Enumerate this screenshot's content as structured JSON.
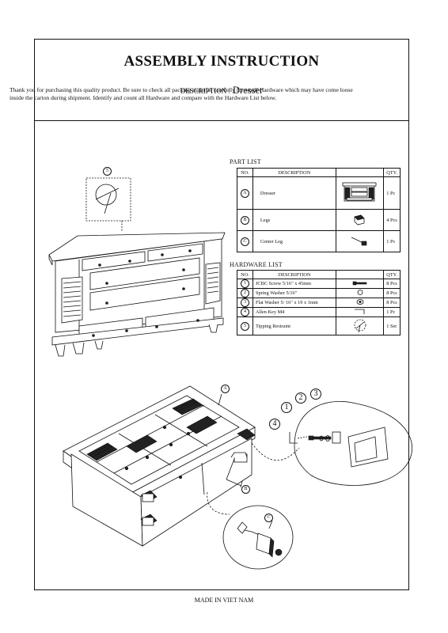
{
  "header": {
    "title": "ASSEMBLY INSTRUCTION",
    "description_label": "DESCRIPTION :",
    "description_value": "Dresser"
  },
  "intro_text": "Thank you for purchasing this quality product. Be sure to check all packing material carefully for small Hardware which may have come loose inside the carton during shipment. Identify and count all Hardware and compare with the Hardware List below.",
  "part_list": {
    "title": "PART LIST",
    "columns": [
      "NO.",
      "DESCRIPTION",
      "",
      "QTY."
    ],
    "rows": [
      {
        "no": "A",
        "description": "Dresser",
        "icon": "dresser-icon",
        "qty": "1 Pc"
      },
      {
        "no": "B",
        "description": "Legs",
        "icon": "leg-icon",
        "qty": "4 Pcs"
      },
      {
        "no": "C",
        "description": "Center Leg",
        "icon": "center-leg-icon",
        "qty": "1 Pc"
      }
    ]
  },
  "hardware_list": {
    "title": "HARDWARE LIST",
    "columns": [
      "NO.",
      "DESCRIPTION",
      "",
      "QTY."
    ],
    "rows": [
      {
        "no": "1",
        "description": "JCBC Screw 5/16\" x 45mm",
        "icon": "screw-icon",
        "qty": "8 Pcs"
      },
      {
        "no": "2",
        "description": "Spring Washer 5/16\"",
        "icon": "spring-washer-icon",
        "qty": "8 Pcs"
      },
      {
        "no": "3",
        "description": "Flat Washer 5/ 16\" x 19 x 1mm",
        "icon": "flat-washer-icon",
        "qty": "8 Pcs"
      },
      {
        "no": "4",
        "description": "Allen Key M4",
        "icon": "allen-key-icon",
        "qty": "1 Pc"
      },
      {
        "no": "5",
        "description": "Tipping Restraint",
        "icon": "tipping-restraint-icon",
        "qty": "1 Set"
      }
    ]
  },
  "callouts": {
    "detail_5": "5",
    "part_a": "A",
    "part_b": "B",
    "part_c": "C",
    "hw_1": "1",
    "hw_2": "2",
    "hw_3": "3",
    "hw_4": "4"
  },
  "footer": "MADE IN VIET NAM"
}
